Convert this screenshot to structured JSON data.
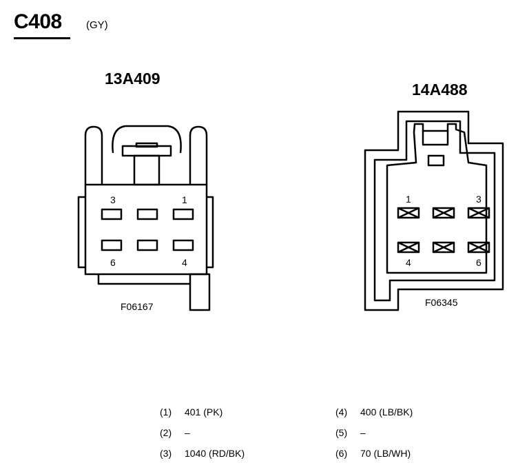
{
  "connector": {
    "id": "C408",
    "color_code": "(GY)"
  },
  "connector_left": {
    "part_number": "13A409",
    "figure_id": "F06167",
    "pin_labels": {
      "top_left": "3",
      "top_right": "1",
      "bottom_left": "6",
      "bottom_right": "4"
    }
  },
  "connector_right": {
    "part_number": "14A488",
    "figure_id": "F06345",
    "pin_labels": {
      "top_left": "1",
      "top_right": "3",
      "bottom_left": "4",
      "bottom_right": "6"
    }
  },
  "pin_table": [
    {
      "pin": "(1)",
      "circuit": "401 (PK)"
    },
    {
      "pin": "(2)",
      "circuit": "–"
    },
    {
      "pin": "(3)",
      "circuit": "1040 (RD/BK)"
    },
    {
      "pin": "(4)",
      "circuit": "400 (LB/BK)"
    },
    {
      "pin": "(5)",
      "circuit": "–"
    },
    {
      "pin": "(6)",
      "circuit": "70 (LB/WH)"
    }
  ]
}
